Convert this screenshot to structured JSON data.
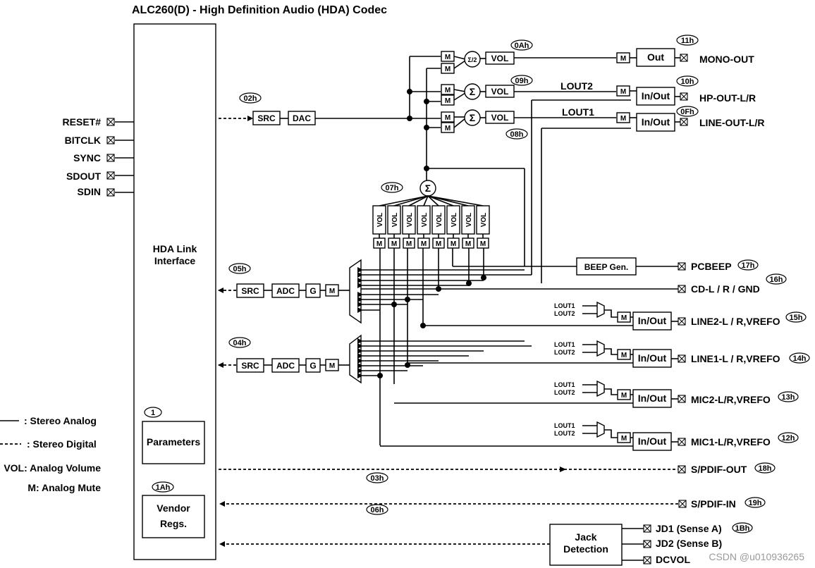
{
  "title": "ALC260(D) - High Definition Audio (HDA) Codec",
  "left_pins": [
    "RESET#",
    "BITCLK",
    "SYNC",
    "SDOUT",
    "SDIN"
  ],
  "link": {
    "line1": "HDA Link",
    "line2": "Interface"
  },
  "parameters": {
    "label": "Parameters",
    "node": "1"
  },
  "vendor": {
    "line1": "Vendor",
    "line2": "Regs.",
    "node": "1Ah"
  },
  "legend": {
    "analog": ": Stereo Analog",
    "digital": ": Stereo Digital",
    "vol": "VOL: Analog Volume",
    "mute": "M: Analog Mute"
  },
  "blocks": {
    "src": "SRC",
    "dac": "DAC",
    "adc": "ADC",
    "g": "G",
    "m": "M",
    "vol": "VOL",
    "sum": "Σ",
    "sum_half": "Σ/2",
    "out": "Out",
    "inout": "In/Out",
    "beep": "BEEP Gen.",
    "jack1": "Jack",
    "jack2": "Detection"
  },
  "nodes": {
    "n02": "02h",
    "n0a": "0Ah",
    "n09": "09h",
    "n08": "08h",
    "n07": "07h",
    "n05": "05h",
    "n04": "04h",
    "n11": "11h",
    "n10": "10h",
    "n0f": "0Fh",
    "n17": "17h",
    "n16": "16h",
    "n15": "15h",
    "n14": "14h",
    "n13": "13h",
    "n12": "12h",
    "n18": "18h",
    "n03": "03h",
    "n19": "19h",
    "n06": "06h",
    "n1b": "1Bh"
  },
  "wire_labels": {
    "lout1": "LOUT1",
    "lout2": "LOUT2"
  },
  "right_pins": {
    "mono": "MONO-OUT",
    "hp": "HP-OUT-L/R",
    "line_out": "LINE-OUT-L/R",
    "pcbeep": "PCBEEP",
    "cd": "CD-L / R / GND",
    "line2": "LINE2-L / R,VREFO",
    "line1": "LINE1-L / R,VREFO",
    "mic2": "MIC2-L/R,VREFO",
    "mic1": "MIC1-L/R,VREFO",
    "spdif_out": "S/PDIF-OUT",
    "spdif_in": "S/PDIF-IN",
    "jd1": "JD1 (Sense A)",
    "jd2": "JD2 (Sense B)",
    "dcvol": "DCVOL"
  },
  "watermark": "CSDN @u010936265"
}
